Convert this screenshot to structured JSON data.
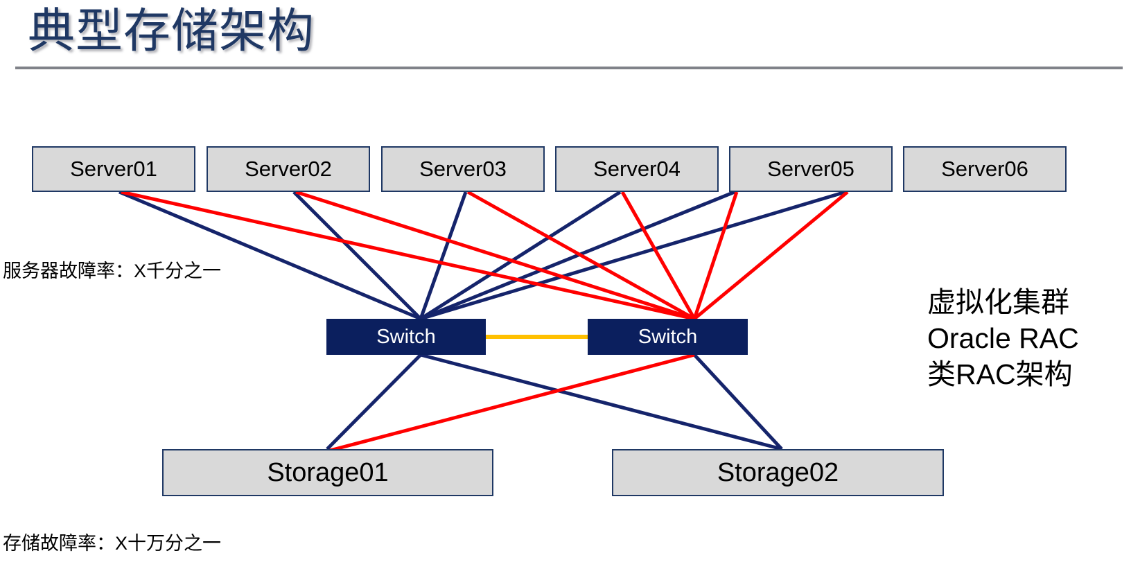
{
  "slide": {
    "title": "典型存储架构",
    "divider": "horizontal-rule",
    "background_color": "#ffffff",
    "title_color": "#1f3864"
  },
  "palette": {
    "navy": "#1f3864",
    "switch_fill": "#0b1f5e",
    "box_fill": "#d9d9d9",
    "link_navy": "#15246b",
    "link_red": "#ff0000",
    "link_orange": "#ffc000",
    "rule_gray": "#808289"
  },
  "servers": [
    {
      "label": "Server01"
    },
    {
      "label": "Server02"
    },
    {
      "label": "Server03"
    },
    {
      "label": "Server04"
    },
    {
      "label": "Server05"
    },
    {
      "label": "Server06"
    }
  ],
  "switches": [
    {
      "label": "Switch"
    },
    {
      "label": "Switch"
    }
  ],
  "storages": [
    {
      "label": "Storage01"
    },
    {
      "label": "Storage02"
    }
  ],
  "annotations": {
    "server_failure_rate": "服务器故障率：X千分之一",
    "storage_failure_rate": "存储故障率：X十万分之一"
  },
  "cluster_note": {
    "line1": "虚拟化集群",
    "line2": "Oracle RAC",
    "line3": "类RAC架构"
  }
}
